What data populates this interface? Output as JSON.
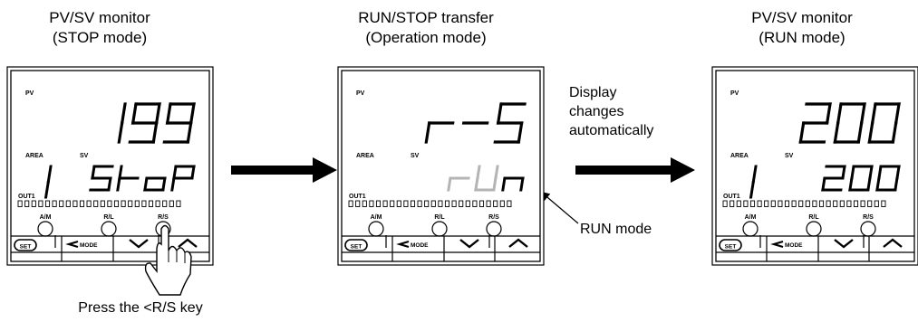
{
  "captions": {
    "left": {
      "line1": "PV/SV monitor",
      "line2": "(STOP mode)"
    },
    "middle": {
      "line1": "RUN/STOP transfer",
      "line2": "(Operation mode)"
    },
    "right": {
      "line1": "PV/SV monitor",
      "line2": "(RUN mode)"
    }
  },
  "arrow2_text": {
    "line1": "Display",
    "line2": "changes",
    "line3": "automatically"
  },
  "callout": "RUN mode",
  "press_text": "Press the <R/S key",
  "panel_labels": {
    "pv": "PV",
    "area": "AREA",
    "sv": "SV",
    "out1": "OUT1",
    "am": "A/M",
    "rl": "R/L",
    "rs": "R/S",
    "set": "SET",
    "mode": "MODE"
  },
  "panels": {
    "left": {
      "pv": "199",
      "area": "1",
      "sv": "SToP"
    },
    "middle": {
      "pv": "r-S",
      "area": "",
      "sv": "rUn"
    },
    "right": {
      "pv": "200",
      "area": "1",
      "sv": "200"
    }
  },
  "colors": {
    "display_dim": "#b4b4b4",
    "line": "#000000"
  }
}
